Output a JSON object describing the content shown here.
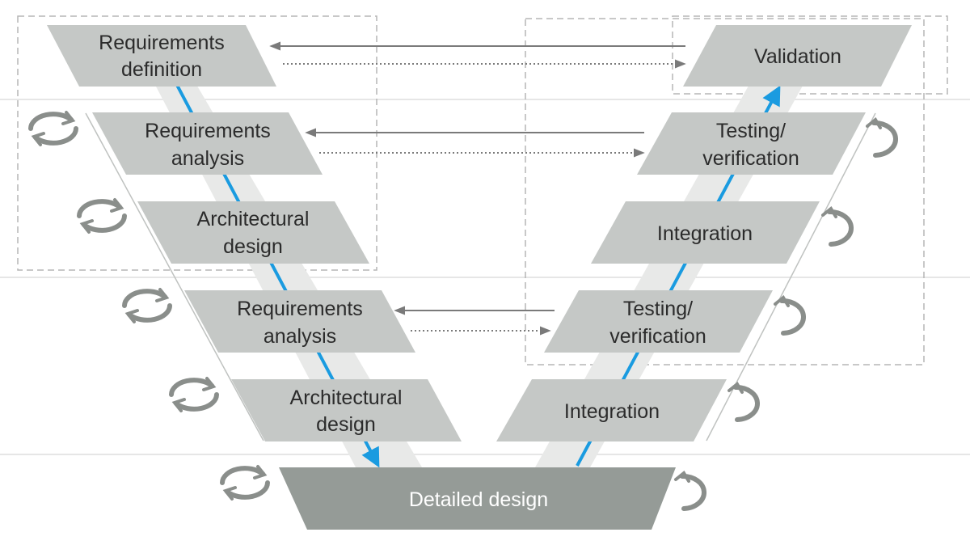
{
  "diagram": {
    "left_steps": [
      {
        "line1": "Requirements",
        "line2": "definition"
      },
      {
        "line1": "Requirements",
        "line2": "analysis"
      },
      {
        "line1": "Architectural",
        "line2": "design"
      },
      {
        "line1": "Requirements",
        "line2": "analysis"
      },
      {
        "line1": "Architectural",
        "line2": "design"
      }
    ],
    "bottom_step": {
      "label": "Detailed design"
    },
    "right_steps": [
      {
        "line1": "Validation",
        "line2": ""
      },
      {
        "line1": "Testing/",
        "line2": "verification"
      },
      {
        "line1": "Integration",
        "line2": ""
      },
      {
        "line1": "Testing/",
        "line2": "verification"
      },
      {
        "line1": "Integration",
        "line2": ""
      }
    ],
    "colors": {
      "box_fill": "#c5c8c6",
      "bottom_box_fill": "#959b97",
      "band_fill": "#e8e9e8",
      "flow_arrow": "#1a9be0",
      "link_arrow": "#7a7a7a",
      "cycle_icon": "#8a8e8b",
      "dashed_group": "#b5b5b5",
      "rule_line": "#d6d6d6"
    }
  }
}
